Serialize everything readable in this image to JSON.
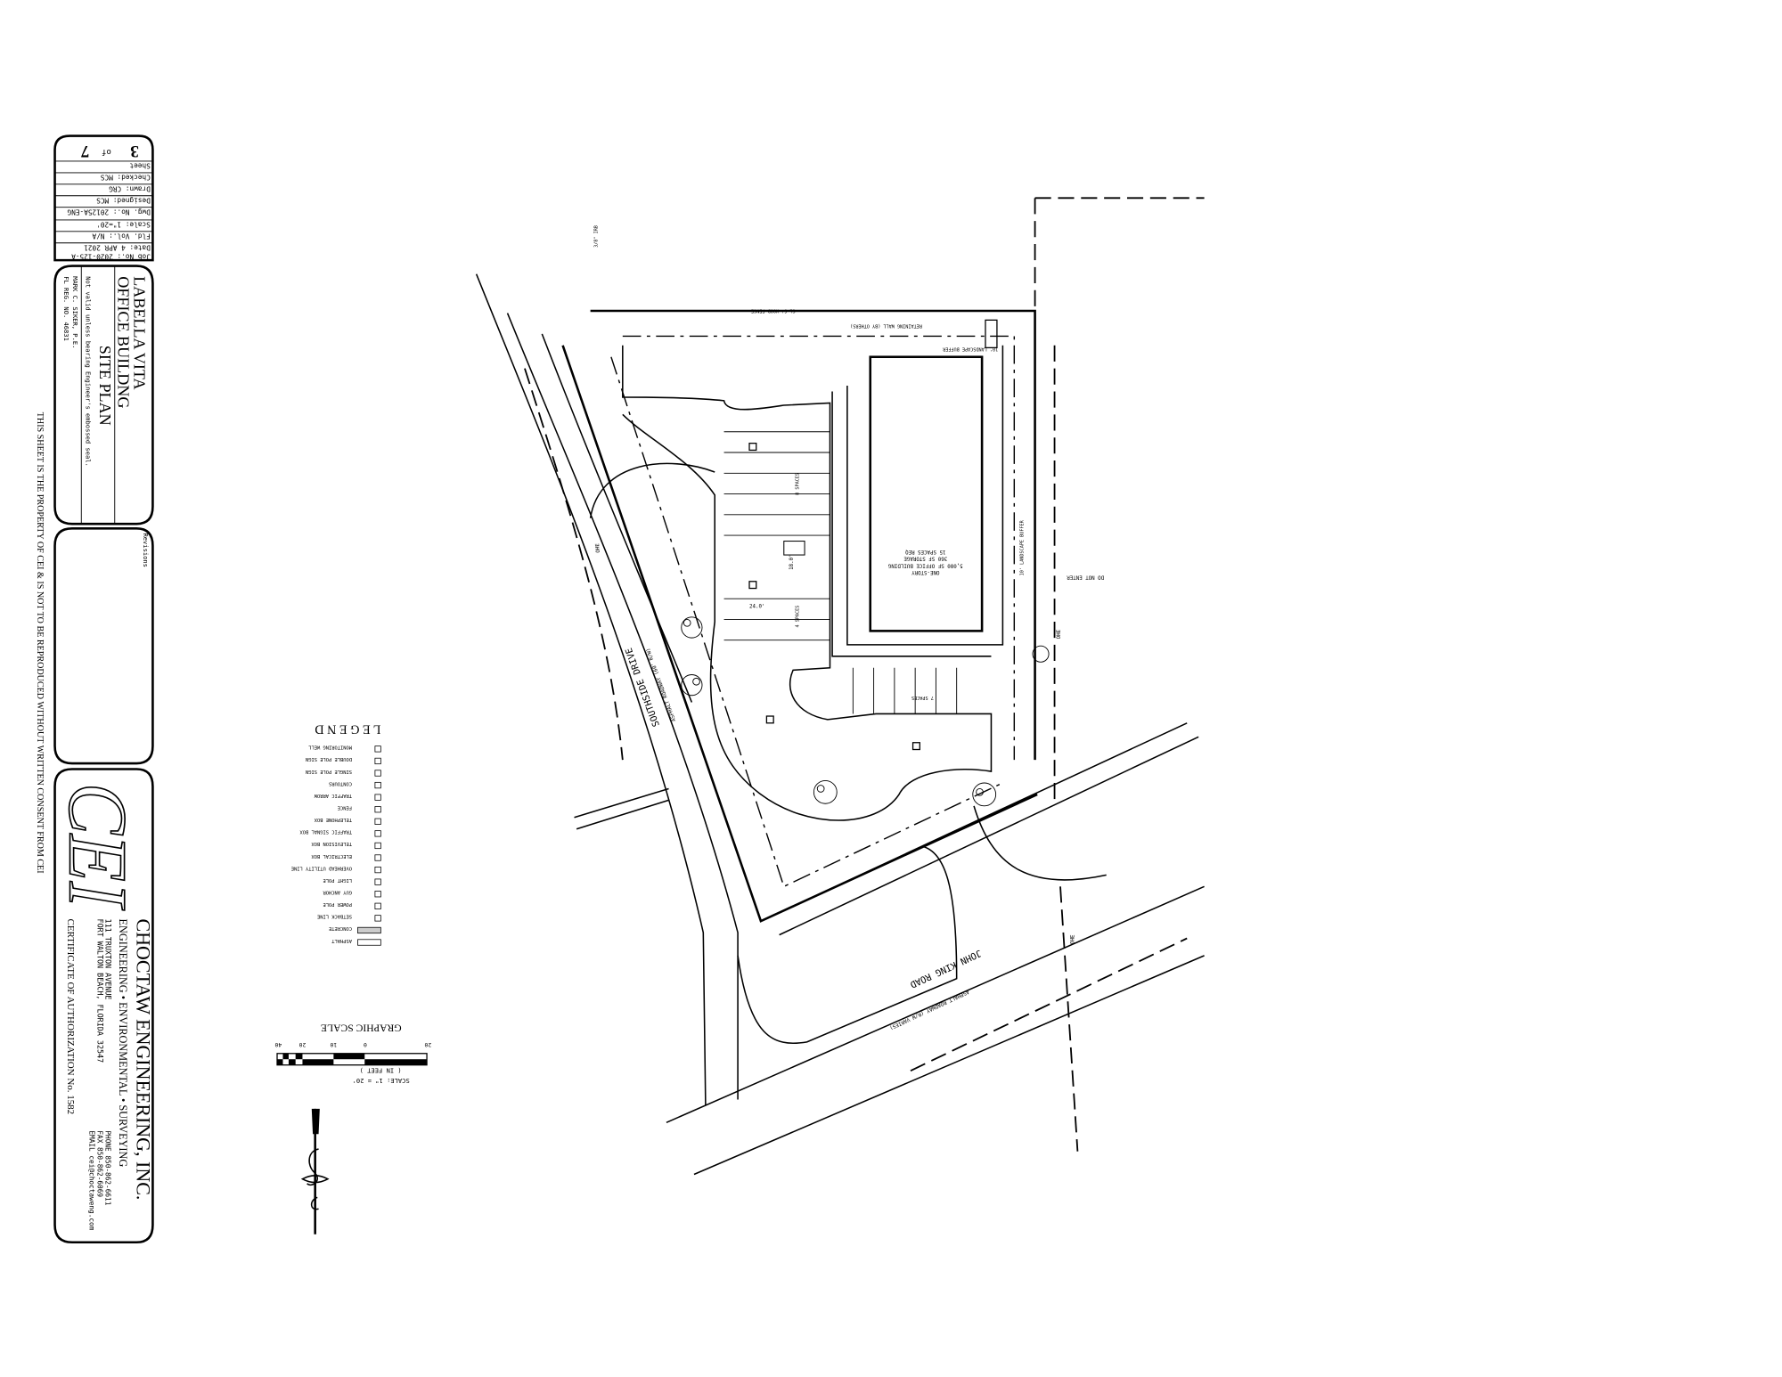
{
  "sheet_block": {
    "sheet_number": "3",
    "sheet_of": "of",
    "sheet_total": "7",
    "rows": [
      "Sheet",
      "Checked: MCS",
      "Drawn: CRG",
      "Designed: MCS",
      "Dwg. No.: 20125A-ENG",
      "Scale: 1\"=20'",
      "Fld. Vol.: N/A",
      "Date: 4 APR 2021",
      "Job No.: 2020-125-A"
    ]
  },
  "title_block": {
    "project_line1": "LABELLA VITA",
    "project_line2": "OFFICE BUILDNG",
    "sheet_title": "SITE PLAN",
    "seal_note": "Not valid unless bearing Engineer's embossed seal.",
    "engineer": "MARK C. SIKER, P.E.",
    "registration": "FL REG. NO. 46831"
  },
  "revisions": {
    "label": "Revisions"
  },
  "company": {
    "logo": "CEI",
    "name": "CHOCTAW ENGINEERING, INC.",
    "services": "ENGINEERING • ENVIRONMENTAL • SURVEYING",
    "address1": "111 TRUXTON AVENUE",
    "address2": "FORT WALTON BEACH, FLORIDA 32547",
    "phone": "PHONE 850-862-6611",
    "fax": "FAX 850-862-6069",
    "email": "EMAIL cei@choctaweng.com",
    "certificate": "CERTIFICATE OF AUTHORIZATION No. 1582"
  },
  "copyright_note": "THIS SHEET IS THE PROPERTY OF CEI & IS NOT TO BE REPRODUCED WITHOUT WRITTEN CONSENT FROM CEI",
  "legend": {
    "title": "L E G E N D",
    "items": [
      {
        "label": "MONITORING WELL",
        "icon": "monitoring-well-icon"
      },
      {
        "label": "DOUBLE POLE SIGN",
        "icon": "double-pole-sign-icon"
      },
      {
        "label": "SINGLE POLE SIGN",
        "icon": "single-pole-sign-icon"
      },
      {
        "label": "CONTOURS",
        "icon": "contour-icon"
      },
      {
        "label": "TRAFFIC ARROW",
        "icon": "traffic-arrow-icon"
      },
      {
        "label": "FENCE",
        "icon": "fence-line-icon"
      },
      {
        "label": "TELEPHONE BOX",
        "icon": "telephone-box-icon"
      },
      {
        "label": "TRAFFIC SIGNAL BOX",
        "icon": "traffic-signal-box-icon"
      },
      {
        "label": "TELEVISION BOX",
        "icon": "television-box-icon"
      },
      {
        "label": "ELECTRICAL BOX",
        "icon": "electrical-box-icon"
      },
      {
        "label": "OVERHEAD UTILITY LINE",
        "icon": "overhead-utility-line-icon"
      },
      {
        "label": "LIGHT POLE",
        "icon": "light-pole-icon"
      },
      {
        "label": "GUY ANCHOR",
        "icon": "guy-anchor-icon"
      },
      {
        "label": "POWER POLE",
        "icon": "power-pole-icon"
      },
      {
        "label": "SETBACK LINE",
        "icon": "setback-line-icon"
      },
      {
        "label": "CONCRETE",
        "icon": "concrete-hatch-icon"
      },
      {
        "label": "ASPHALT",
        "icon": "asphalt-box-icon"
      }
    ]
  },
  "graphic_scale": {
    "title": "GRAPHIC SCALE",
    "units": "( IN FEET )",
    "scale": "SCALE: 1\" = 20'",
    "ticks": [
      "20",
      "0",
      "10",
      "20",
      "40"
    ]
  },
  "site": {
    "building_notes": [
      "ONE-STORY",
      "5,080 SF OFFICE BUILDING",
      "360 SF STORAGE",
      "15 SPACES REQ"
    ],
    "road_south": "SOUTHSIDE DRIVE",
    "road_south_note": "ASPHALT ROADWAY (60' R/W)",
    "road_north": "JOHN KING ROAD",
    "road_north_note": "ASPHALT ROADWAY (R/W VARIES)",
    "do_not_enter": "DO NOT ENTER",
    "landscape_buffer": "10' LANDSCAPE BUFFER",
    "retaining_wall": "RETAINING WALL (BY OTHERS)",
    "utility_label": "OHE",
    "spaces_a": "8 SPACES",
    "spaces_b": "4 SPACES",
    "spaces_c": "7 SPACES",
    "dim_24": "24.0'",
    "dim_18": "18.0'",
    "fence_label": "CL 6' WOOD FENCE",
    "top_right_label": "3/8\" IRB"
  }
}
